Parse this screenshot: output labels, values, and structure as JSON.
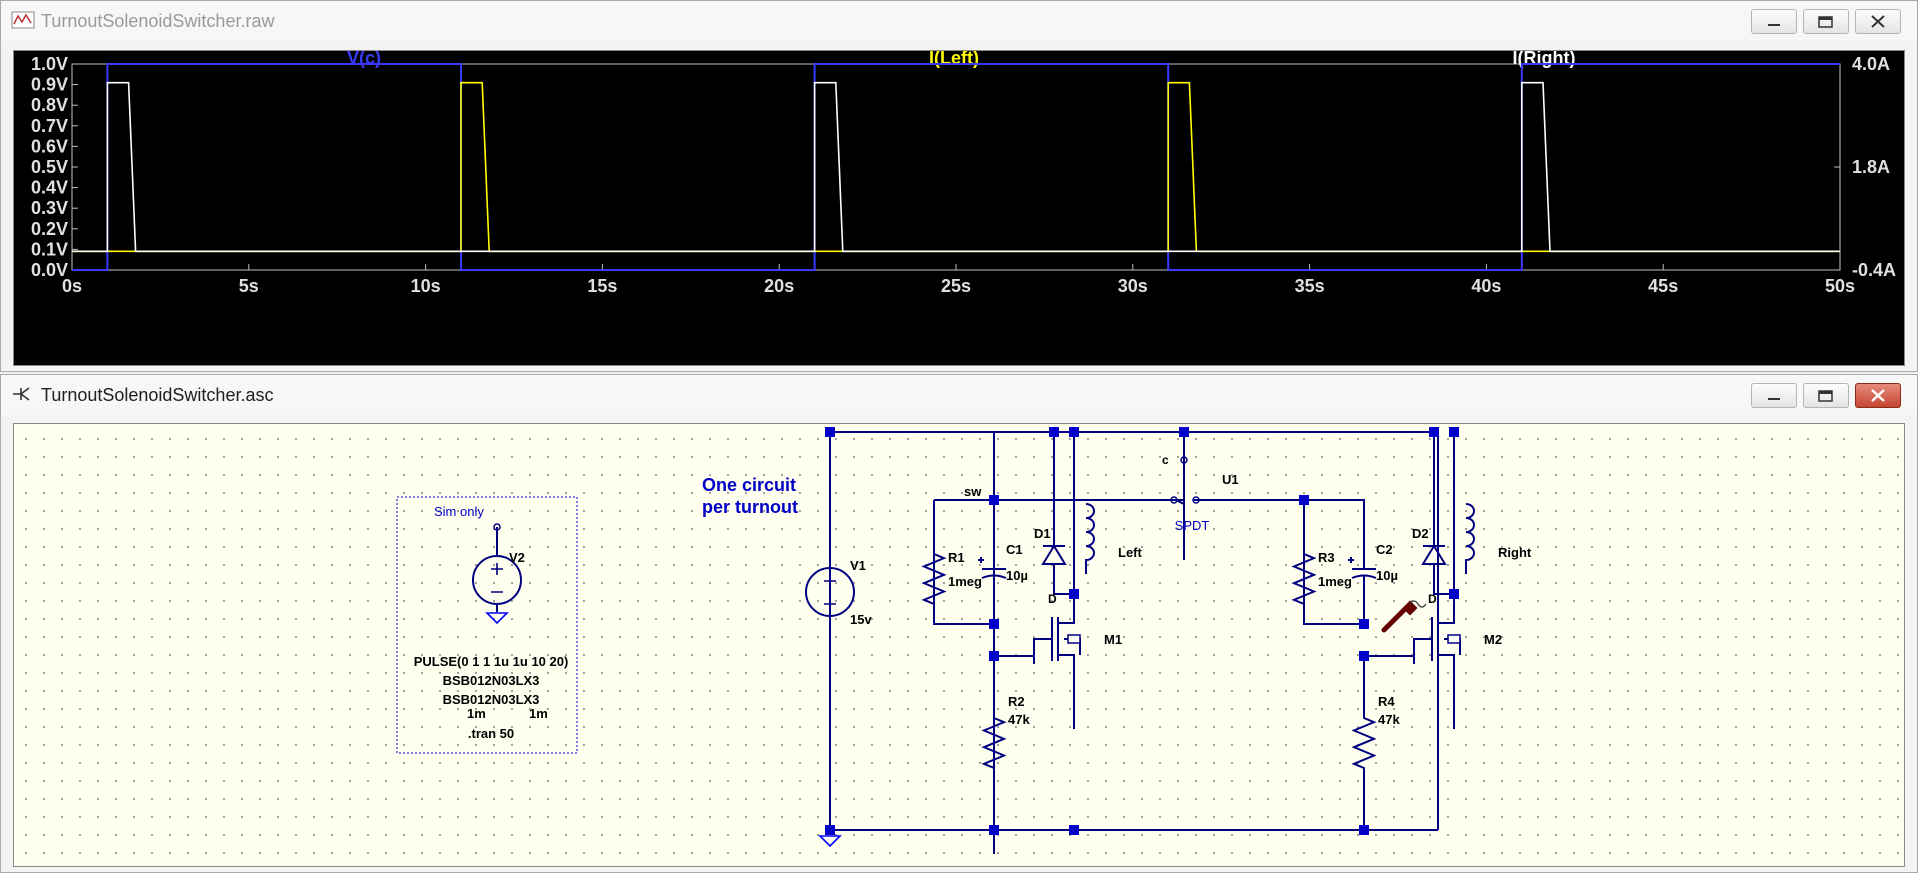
{
  "plot_window": {
    "title": "TurnoutSolenoidSwitcher.raw",
    "icon": "waveform-icon"
  },
  "schematic_window": {
    "title": "TurnoutSolenoidSwitcher.asc",
    "icon": "schematic-icon"
  },
  "colors": {
    "vc": "#3a3aff",
    "ileft": "#ffff00",
    "iright": "#ffffff",
    "wire": "#000080",
    "junction": "#0000c8"
  },
  "chart_data": {
    "type": "line",
    "series": [
      {
        "name": "V(c)",
        "color": "#3a3aff",
        "axis": "left",
        "points": [
          [
            0,
            0
          ],
          [
            1,
            0
          ],
          [
            1,
            1
          ],
          [
            11,
            1
          ],
          [
            11,
            0
          ],
          [
            21,
            0
          ],
          [
            21,
            1
          ],
          [
            31,
            1
          ],
          [
            31,
            0
          ],
          [
            41,
            0
          ],
          [
            41,
            1
          ],
          [
            50,
            1
          ]
        ]
      },
      {
        "name": "I(Left)",
        "color": "#ffff00",
        "axis": "right",
        "points": [
          [
            0,
            0
          ],
          [
            11,
            0
          ],
          [
            11,
            3.6
          ],
          [
            11.6,
            3.6
          ],
          [
            11.8,
            0
          ],
          [
            21,
            0
          ],
          [
            31,
            0
          ],
          [
            31,
            3.6
          ],
          [
            31.6,
            3.6
          ],
          [
            31.8,
            0
          ],
          [
            41,
            0
          ],
          [
            50,
            0
          ]
        ]
      },
      {
        "name": "I(Right)",
        "color": "#ffffff",
        "axis": "right",
        "points": [
          [
            0,
            0
          ],
          [
            1,
            0
          ],
          [
            1,
            3.6
          ],
          [
            1.6,
            3.6
          ],
          [
            1.8,
            0
          ],
          [
            11,
            0
          ],
          [
            21,
            0
          ],
          [
            21,
            3.6
          ],
          [
            21.6,
            3.6
          ],
          [
            21.8,
            0
          ],
          [
            31,
            0
          ],
          [
            41,
            0
          ],
          [
            41,
            3.6
          ],
          [
            41.6,
            3.6
          ],
          [
            41.8,
            0
          ],
          [
            50,
            0
          ]
        ]
      }
    ],
    "x_ticks": [
      "0s",
      "5s",
      "10s",
      "15s",
      "20s",
      "25s",
      "30s",
      "35s",
      "40s",
      "45s",
      "50s"
    ],
    "xlim": [
      0,
      50
    ],
    "y_left_ticks": [
      "1.0V",
      "0.9V",
      "0.8V",
      "0.7V",
      "0.6V",
      "0.5V",
      "0.4V",
      "0.3V",
      "0.2V",
      "0.1V",
      "0.0V"
    ],
    "ylim_left": [
      0,
      1
    ],
    "y_right_ticks": [
      "4.0A",
      "1.8A",
      "-0.4A"
    ],
    "ylim_right": [
      -0.4,
      4.0
    ],
    "grid": false,
    "legend": "top"
  },
  "schematic": {
    "sim_box_title": "Sim only",
    "note": [
      "One circuit",
      "per turnout"
    ],
    "v2_label": "V2",
    "v2_params": [
      "PULSE(0 1 1 1u 1u 10 20)",
      "BSB012N03LX3",
      "BSB012N03LX3"
    ],
    "sim_values": [
      "1m",
      "1m"
    ],
    "tran": ".tran 50",
    "v1_label": "V1",
    "v1_value": "15v",
    "sw_label": "sw",
    "r1_label": "R1",
    "r1_value": "1meg",
    "c1_label": "C1",
    "c1_value": "10µ",
    "d1_label": "D1",
    "d1_model": "D",
    "left_label": "Left",
    "m1_label": "M1",
    "r2_label": "R2",
    "r2_value": "47k",
    "c_label": "c",
    "u1_label": "U1",
    "spdt_label": "SPDT",
    "r3_label": "R3",
    "r3_value": "1meg",
    "c2_label": "C2",
    "c2_value": "10µ",
    "d2_label": "D2",
    "d2_model": "D",
    "right_label": "Right",
    "m2_label": "M2",
    "r4_label": "R4",
    "r4_value": "47k"
  }
}
